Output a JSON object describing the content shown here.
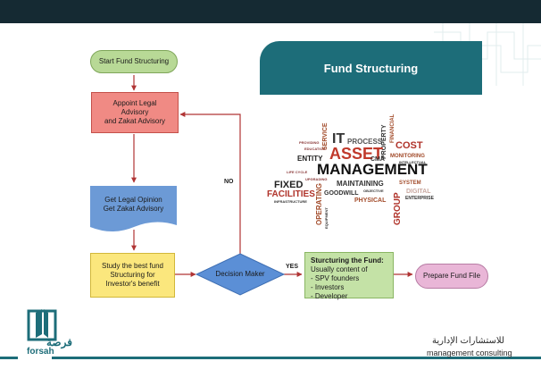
{
  "slide_title": "Fund Structuring",
  "nodes": {
    "start": "Start Fund Structuring",
    "appoint_line1": "Appoint Legal",
    "appoint_line2": "Advisory",
    "appoint_line3": "and Zakat Advisory",
    "opinion_line1": "Get Legal Opinion",
    "opinion_line2": "Get Zakat Advisory",
    "study_line1": "Study the best fund",
    "study_line2": "Structuring for",
    "study_line3": "Investor's benefit",
    "decision": "Decision Maker",
    "structuring_title": "Sturcturing the Fund:",
    "structuring_subtitle": "Usually content of",
    "structuring_items": [
      "- SPV founders",
      "- Investors",
      "- Developer"
    ],
    "prepare": "Prepare Fund File"
  },
  "edge_labels": {
    "no": "NO",
    "yes": "YES"
  },
  "wordcloud": {
    "words": [
      "IT",
      "PROCESS",
      "SERVICE",
      "PROPERTY",
      "FINANCIAL",
      "COST",
      "ASSET",
      "ENTITY",
      "CMA",
      "MONITORING",
      "INTELLECTUAL",
      "MANAGEMENT",
      "LIFE CYCLE",
      "UPGRADING",
      "FIXED",
      "MAINTAINING",
      "SYSTEM",
      "FACILITIES",
      "GOODWILL",
      "OBJECTIVE",
      "DIGITAL",
      "INFRASTRUCTURE",
      "OPERATING",
      "PHYSICAL",
      "ENTERPRISE",
      "EQUIPMENT",
      "GROUP",
      "PROVIDING",
      "EDUCATION"
    ]
  },
  "brand": {
    "logo_arabic": "فرصة",
    "logo_english": "forsah",
    "mc_arabic": "للاستشارات الإدارية",
    "mc_english": "management consulting"
  },
  "colors": {
    "teal": "#1d6d79",
    "dark_header": "#152a33",
    "start": "#b8d996",
    "appoint": "#f08a84",
    "opinion": "#6c9ad6",
    "study": "#fbe77d",
    "decision": "#5b8fd6",
    "structuring": "#c4e2a6",
    "prepare": "#e9b6d7",
    "arrows": "#b03434"
  }
}
